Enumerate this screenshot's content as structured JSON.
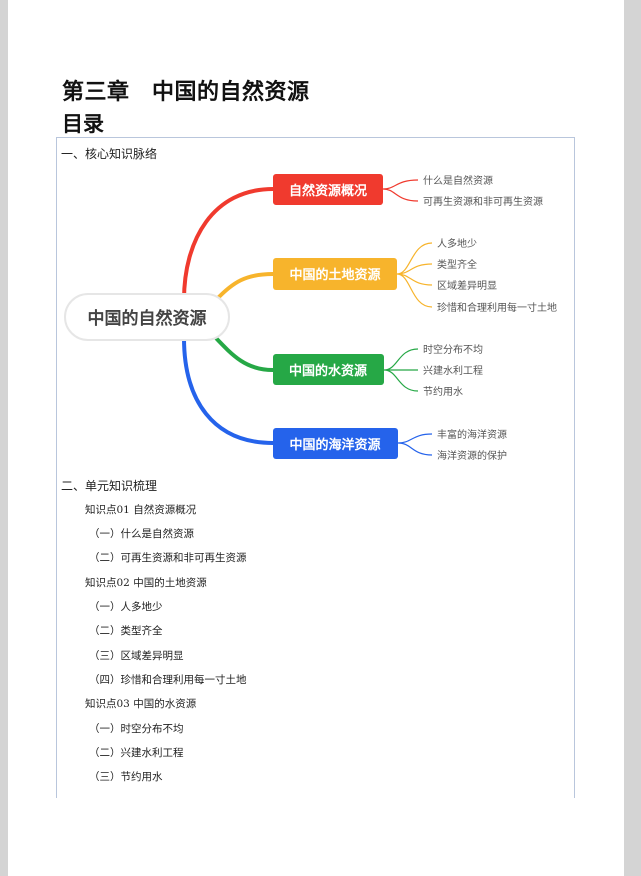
{
  "document": {
    "chapter_title": "第三章　中国的自然资源",
    "toc_title": "目录"
  },
  "section1": {
    "heading": "一、核心知识脉络"
  },
  "mindmap": {
    "root": "中国的自然资源",
    "branches": [
      {
        "label": "自然资源概况",
        "color": "#f03a2e",
        "leaves": [
          "什么是自然资源",
          "可再生资源和非可再生资源"
        ]
      },
      {
        "label": "中国的土地资源",
        "color": "#f7b42c",
        "leaves": [
          "人多地少",
          "类型齐全",
          "区域差异明显",
          "珍惜和合理利用每一寸土地"
        ]
      },
      {
        "label": "中国的水资源",
        "color": "#26a846",
        "leaves": [
          "时空分布不均",
          "兴建水利工程",
          "节约用水"
        ]
      },
      {
        "label": "中国的海洋资源",
        "color": "#2563eb",
        "leaves": [
          "丰富的海洋资源",
          "海洋资源的保护"
        ]
      }
    ]
  },
  "section2": {
    "heading": "二、单元知识梳理",
    "items": [
      "知识点01  自然资源概况",
      "（一）什么是自然资源",
      "（二）可再生资源和非可再生资源",
      "知识点02  中国的土地资源",
      "（一）人多地少",
      "（二）类型齐全",
      "（三）区域差异明显",
      "（四）珍惜和合理利用每一寸土地",
      "知识点03  中国的水资源",
      "（一）时空分布不均",
      "（二）兴建水利工程",
      "（三）节约用水"
    ]
  }
}
